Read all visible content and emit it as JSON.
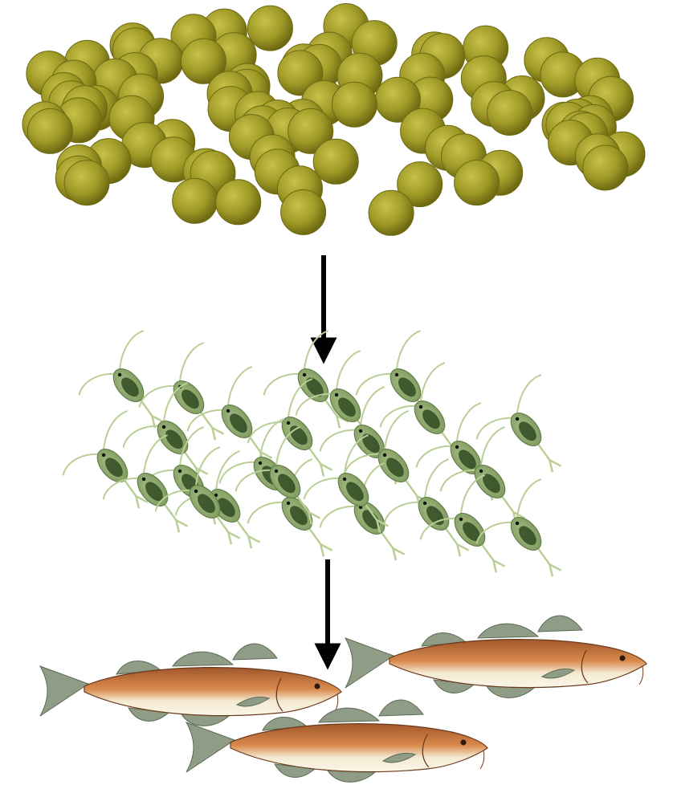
{
  "diagram": {
    "type": "food-chain",
    "stages": [
      {
        "id": "phytoplankton",
        "icon": "algae-cluster-icon",
        "count": 90
      },
      {
        "id": "zooplankton",
        "icon": "copepod-icon",
        "count": 27
      },
      {
        "id": "fish",
        "icon": "cod-fish-icon",
        "count": 3
      }
    ],
    "arrows": [
      {
        "from": "phytoplankton",
        "to": "zooplankton"
      },
      {
        "from": "zooplankton",
        "to": "fish"
      }
    ]
  },
  "colors": {
    "background": "#ffffff",
    "algae_light": "#c8c24a",
    "algae_mid": "#9f9a27",
    "algae_dark": "#6e6a12",
    "copepod_body": "#7e9a5e",
    "copepod_dark": "#2f4a22",
    "copepod_limb": "#b9cf96",
    "fish_back": "#a0562a",
    "fish_side": "#d98a4c",
    "fish_belly": "#f4ead2",
    "fish_fin": "#8f9c86",
    "arrow": "#000000"
  }
}
